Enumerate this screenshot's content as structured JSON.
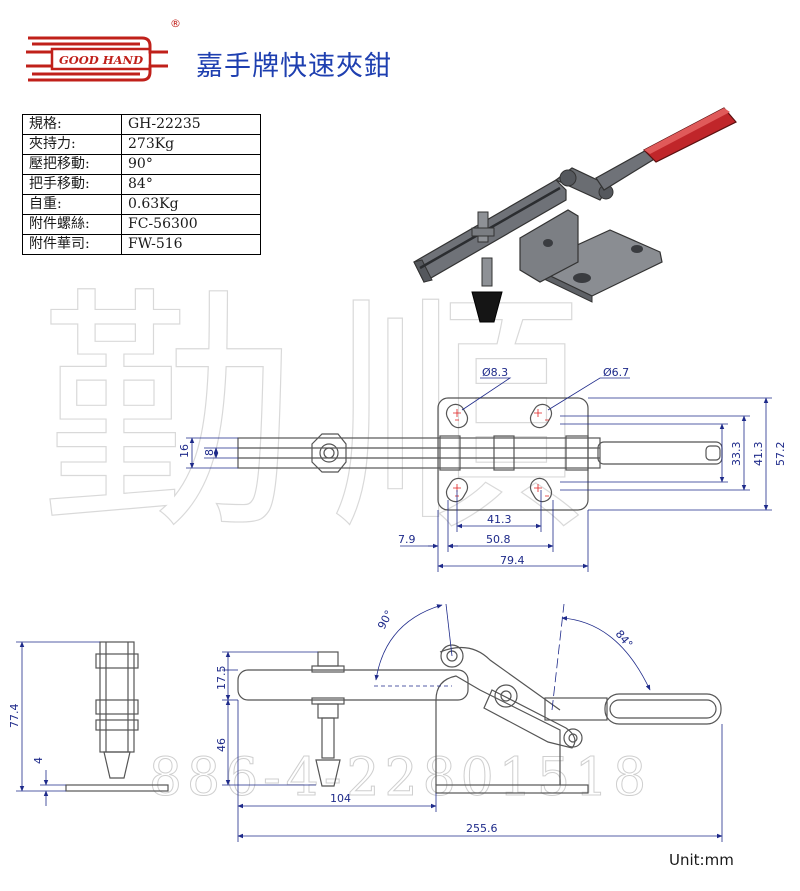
{
  "header": {
    "brand_logo_text": "GOOD HAND",
    "registered_mark": "®",
    "title": "嘉手牌快速夾鉗"
  },
  "specs": [
    {
      "label": "規格:",
      "value": "GH-22235"
    },
    {
      "label": "夾持力:",
      "value": "273Kg"
    },
    {
      "label": "壓把移動:",
      "value": "90°"
    },
    {
      "label": "把手移動:",
      "value": "84°"
    },
    {
      "label": "自重:",
      "value": "0.63Kg"
    },
    {
      "label": "附件螺絲:",
      "value": "FC-56300"
    },
    {
      "label": "附件華司:",
      "value": "FW-516"
    }
  ],
  "watermark": {
    "chars": [
      "勤",
      "順"
    ],
    "phone": "886-4-22801518"
  },
  "top_view_dims": {
    "hole_a": "Ø8.3",
    "hole_b": "Ø6.7",
    "d16": "16",
    "d8": "8",
    "d33_3": "33.3",
    "d41_3v": "41.3",
    "d57_2": "57.2",
    "d41_3h": "41.3",
    "d7_9": "7.9",
    "d50_8": "50.8",
    "d79_4": "79.4"
  },
  "side_view_dims": {
    "d77_4": "77.4",
    "d4": "4",
    "d17_5": "17.5",
    "d46": "46",
    "d104": "104",
    "d255_6": "255.6",
    "angle_bar": "90°",
    "angle_handle": "84°"
  },
  "colors": {
    "logo_red": "#c0201a",
    "title_blue": "#1e3fb0",
    "dimension_blue": "#1e2a8a",
    "handle_red": "#c0262a",
    "steel": "#6f7278"
  },
  "unit_label": "Unit:mm"
}
